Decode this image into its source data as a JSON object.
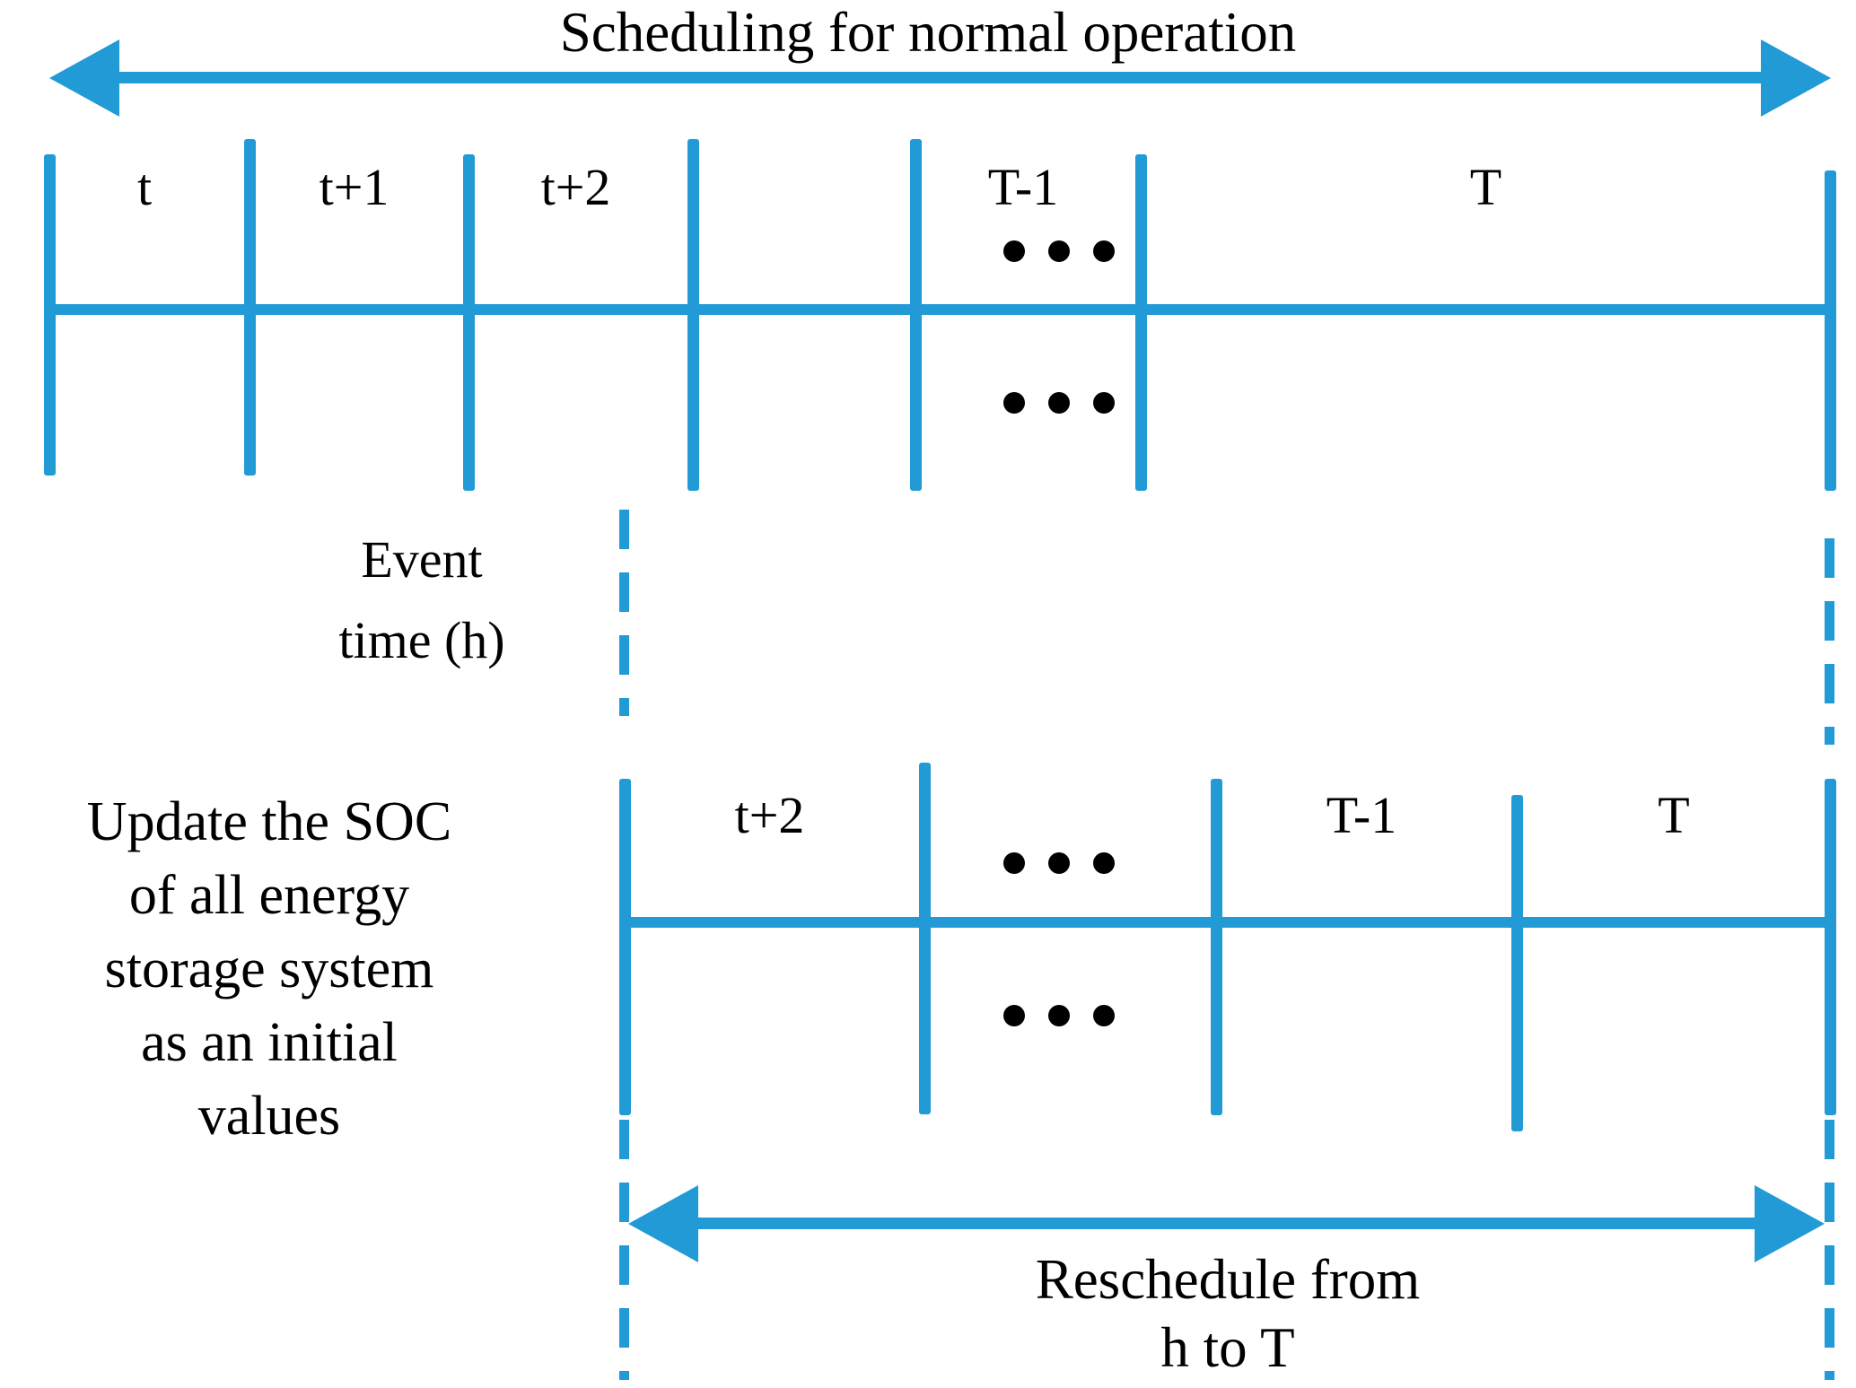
{
  "figure": {
    "title": "Scheduling for normal operation",
    "accent_color": "#229AD6",
    "text_color": "#000000",
    "background_color": "#ffffff"
  },
  "top_arrow": {
    "label": "Scheduling for normal operation",
    "direction": "double",
    "left_head": "arrow-left",
    "right_head": "arrow-right"
  },
  "top_timeline": {
    "slots": [
      {
        "label": "t"
      },
      {
        "label": "t+1"
      },
      {
        "label": "t+2"
      },
      {
        "label": ""
      },
      {
        "label": "T-1"
      },
      {
        "label": "T"
      }
    ],
    "ellipsis_upper": "• • •",
    "ellipsis_lower": "• • •"
  },
  "event_marker": {
    "label_line1": "Event",
    "label_line2": "time (h)",
    "style": "dashed-vertical"
  },
  "left_note": {
    "line1": "Update the SOC",
    "line2": "of all energy",
    "line3": "storage system",
    "line4": "as an initial",
    "line5": "values"
  },
  "bottom_timeline": {
    "slots": [
      {
        "label": "t+2"
      },
      {
        "label": ""
      },
      {
        "label": "T-1"
      },
      {
        "label": "T"
      }
    ],
    "ellipsis_upper": "• • •",
    "ellipsis_lower": "• • •"
  },
  "bottom_arrow": {
    "label_line1": "Reschedule from",
    "label_line2": "h to T",
    "direction": "double",
    "left_head": "arrow-left",
    "right_head": "arrow-right"
  }
}
